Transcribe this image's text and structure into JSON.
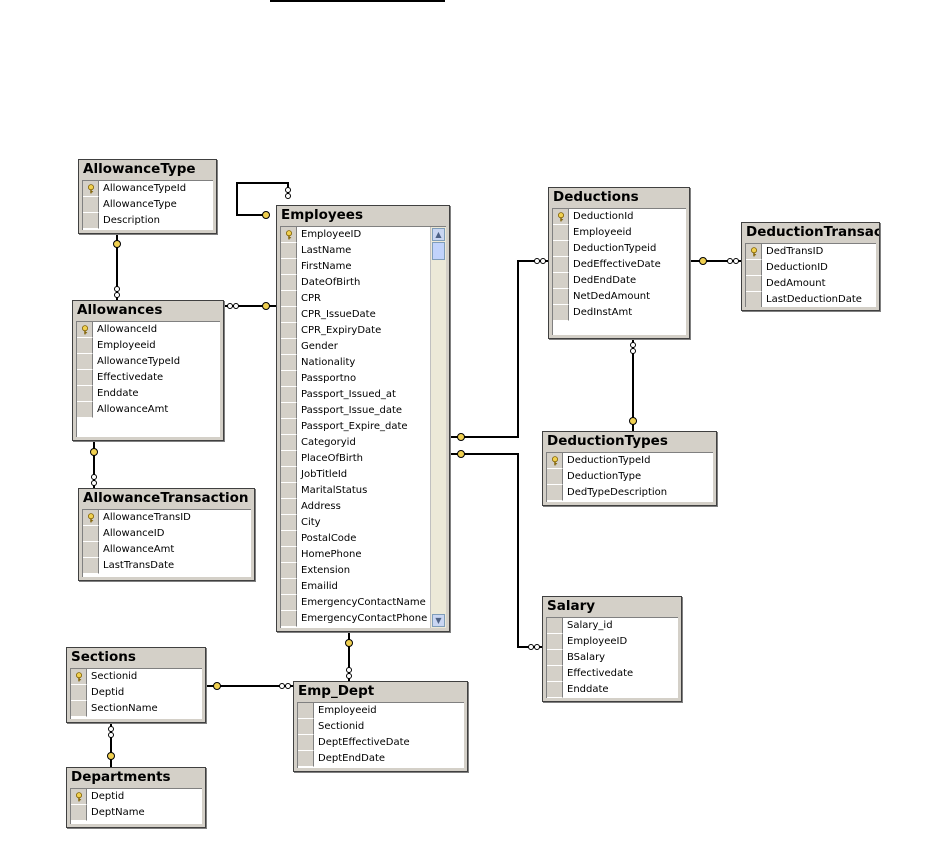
{
  "diagram": {
    "tables": {
      "allowance_type": {
        "name": "AllowanceType",
        "fields": [
          {
            "name": "AllowanceTypeId",
            "pk": true
          },
          {
            "name": "AllowanceType",
            "pk": false
          },
          {
            "name": "Description",
            "pk": false
          }
        ]
      },
      "allowances": {
        "name": "Allowances",
        "fields": [
          {
            "name": "AllowanceId",
            "pk": true
          },
          {
            "name": "Employeeid",
            "pk": false
          },
          {
            "name": "AllowanceTypeId",
            "pk": false
          },
          {
            "name": "Effectivedate",
            "pk": false
          },
          {
            "name": "Enddate",
            "pk": false
          },
          {
            "name": "AllowanceAmt",
            "pk": false
          }
        ]
      },
      "allowance_transaction": {
        "name": "AllowanceTransaction",
        "fields": [
          {
            "name": "AllowanceTransID",
            "pk": true
          },
          {
            "name": "AllowanceID",
            "pk": false
          },
          {
            "name": "AllowanceAmt",
            "pk": false
          },
          {
            "name": "LastTransDate",
            "pk": false
          }
        ]
      },
      "employees": {
        "name": "Employees",
        "fields": [
          {
            "name": "EmployeeID",
            "pk": true
          },
          {
            "name": "LastName",
            "pk": false
          },
          {
            "name": "FirstName",
            "pk": false
          },
          {
            "name": "DateOfBirth",
            "pk": false
          },
          {
            "name": "CPR",
            "pk": false
          },
          {
            "name": "CPR_IssueDate",
            "pk": false
          },
          {
            "name": "CPR_ExpiryDate",
            "pk": false
          },
          {
            "name": "Gender",
            "pk": false
          },
          {
            "name": "Nationality",
            "pk": false
          },
          {
            "name": "Passportno",
            "pk": false
          },
          {
            "name": "Passport_Issued_at",
            "pk": false
          },
          {
            "name": "Passport_Issue_date",
            "pk": false
          },
          {
            "name": "Passport_Expire_date",
            "pk": false
          },
          {
            "name": "Categoryid",
            "pk": false
          },
          {
            "name": "PlaceOfBirth",
            "pk": false
          },
          {
            "name": "JobTitleId",
            "pk": false
          },
          {
            "name": "MaritalStatus",
            "pk": false
          },
          {
            "name": "Address",
            "pk": false
          },
          {
            "name": "City",
            "pk": false
          },
          {
            "name": "PostalCode",
            "pk": false
          },
          {
            "name": "HomePhone",
            "pk": false
          },
          {
            "name": "Extension",
            "pk": false
          },
          {
            "name": "Emailid",
            "pk": false
          },
          {
            "name": "EmergencyContactName",
            "pk": false
          },
          {
            "name": "EmergencyContactPhone",
            "pk": false
          }
        ]
      },
      "deductions": {
        "name": "Deductions",
        "fields": [
          {
            "name": "DeductionId",
            "pk": true
          },
          {
            "name": "Employeeid",
            "pk": false
          },
          {
            "name": "DeductionTypeid",
            "pk": false
          },
          {
            "name": "DedEffectiveDate",
            "pk": false
          },
          {
            "name": "DedEndDate",
            "pk": false
          },
          {
            "name": "NetDedAmount",
            "pk": false
          },
          {
            "name": "DedInstAmt",
            "pk": false
          }
        ]
      },
      "deduction_transaction": {
        "name": "DeductionTransaction",
        "fields": [
          {
            "name": "DedTransID",
            "pk": true
          },
          {
            "name": "DeductionID",
            "pk": false
          },
          {
            "name": "DedAmount",
            "pk": false
          },
          {
            "name": "LastDeductionDate",
            "pk": false
          }
        ]
      },
      "deduction_types": {
        "name": "DeductionTypes",
        "fields": [
          {
            "name": "DeductionTypeId",
            "pk": true
          },
          {
            "name": "DeductionType",
            "pk": false
          },
          {
            "name": "DedTypeDescription",
            "pk": false
          }
        ]
      },
      "salary": {
        "name": "Salary",
        "fields": [
          {
            "name": "Salary_id",
            "pk": false
          },
          {
            "name": "EmployeeID",
            "pk": false
          },
          {
            "name": "BSalary",
            "pk": false
          },
          {
            "name": "Effectivedate",
            "pk": false
          },
          {
            "name": "Enddate",
            "pk": false
          }
        ]
      },
      "sections": {
        "name": "Sections",
        "fields": [
          {
            "name": "Sectionid",
            "pk": true
          },
          {
            "name": "Deptid",
            "pk": false
          },
          {
            "name": "SectionName",
            "pk": false
          }
        ]
      },
      "departments": {
        "name": "Departments",
        "fields": [
          {
            "name": "Deptid",
            "pk": true
          },
          {
            "name": "DeptName",
            "pk": false
          }
        ]
      },
      "emp_dept": {
        "name": "Emp_Dept",
        "fields": [
          {
            "name": "Employeeid",
            "pk": false
          },
          {
            "name": "Sectionid",
            "pk": false
          },
          {
            "name": "DeptEffectiveDate",
            "pk": false
          },
          {
            "name": "DeptEndDate",
            "pk": false
          }
        ]
      }
    },
    "colors": {
      "table_frame": "#d4d0c8",
      "key_icon": "#f0d050",
      "connector": "#000000"
    }
  }
}
